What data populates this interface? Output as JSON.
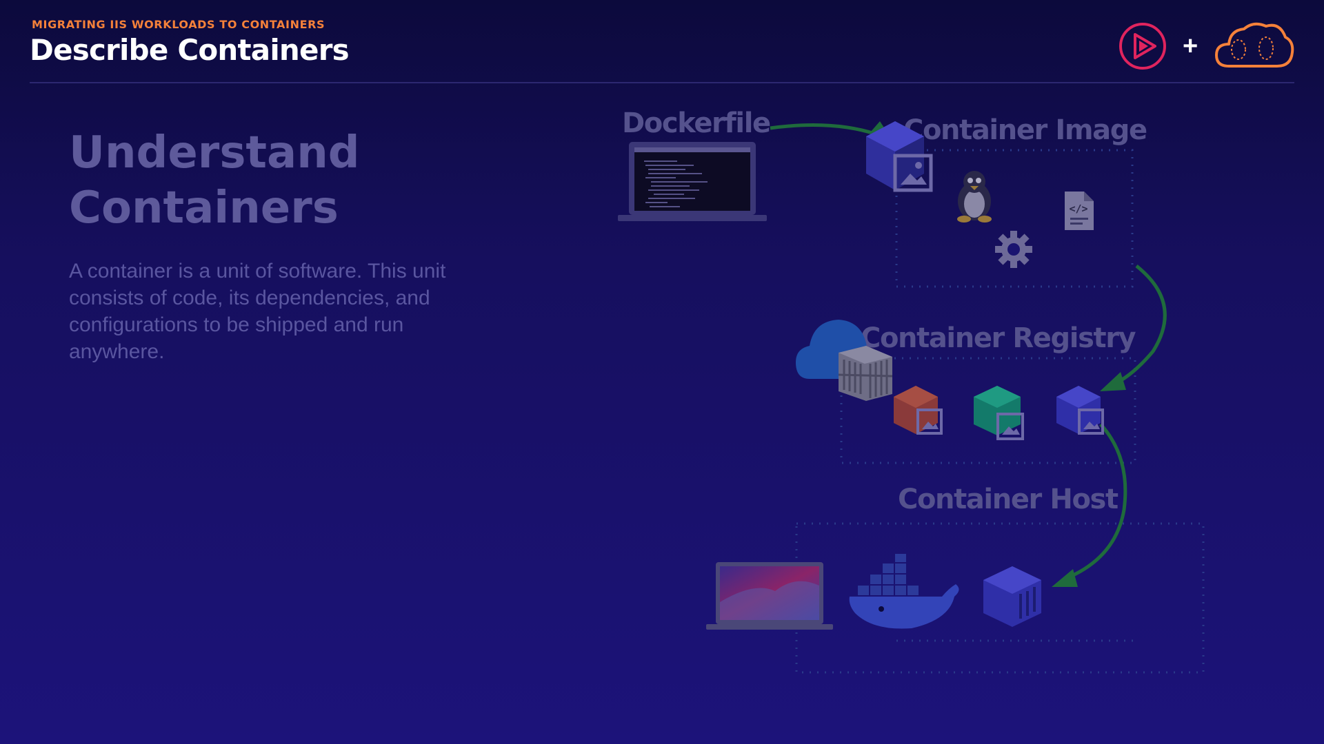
{
  "header": {
    "eyebrow": "MIGRATING IIS WORKLOADS TO CONTAINERS",
    "title": "Describe Containers",
    "plus": "+"
  },
  "content": {
    "heading_line1": "Understand",
    "heading_line2": "Containers",
    "body": "A container is a unit of software. This unit consists of code, its dependencies, and configurations to be shipped and run anywhere."
  },
  "diagram": {
    "dockerfile_label": "Dockerfile",
    "image_label": "Container Image",
    "registry_label": "Container Registry",
    "host_label": "Container Host",
    "code_icon_text": "</>"
  },
  "colors": {
    "accent_orange": "#f5813a",
    "brand_pink": "#e0245e",
    "arrow_green": "#1f6b3c",
    "label": "#55528d"
  },
  "icons": [
    "play-logo-icon",
    "cloud-logo-icon",
    "laptop-code-icon",
    "container-cube-icon",
    "image-icon",
    "linux-penguin-icon",
    "code-file-icon",
    "gear-icon",
    "cloud-icon",
    "shipping-container-icon",
    "docker-whale-icon",
    "laptop-icon"
  ]
}
